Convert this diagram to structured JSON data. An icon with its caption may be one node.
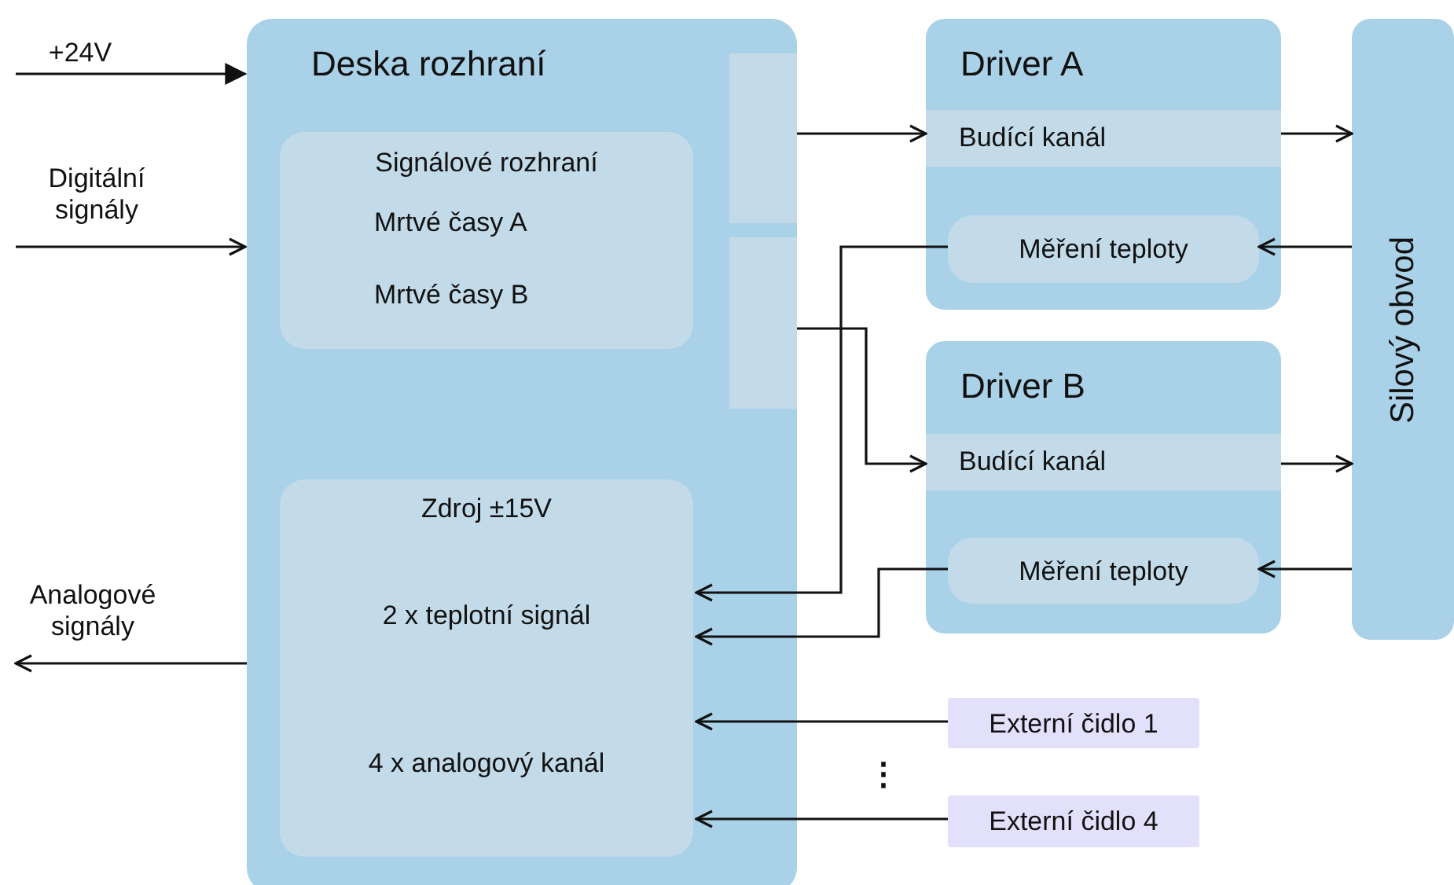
{
  "diagram": {
    "nodes": [
      {
        "text": [
          "Deska rozhraní"
        ]
      },
      {
        "text": [
          "Signálové rozhraní",
          "Mrtvé časy A",
          "Mrtvé časy B"
        ],
        "in": 0
      },
      {
        "text": [
          "Zdroj ±15V",
          "2 x teplotní signál",
          "4 x analogový kanál"
        ],
        "in": 0
      },
      {
        "text": [],
        "shape": "box",
        "in": 0
      },
      {
        "text": [],
        "shape": "box",
        "in": 0
      },
      {
        "text": [
          "Driver A"
        ]
      },
      {
        "text": [
          "Budící kanál"
        ],
        "in": 5
      },
      {
        "text": [
          "Měření teploty"
        ],
        "in": 5
      },
      {
        "text": [
          "Driver B"
        ]
      },
      {
        "text": [
          "Budící kanál"
        ],
        "in": 8
      },
      {
        "text": [
          "Měření teploty"
        ],
        "in": 8
      },
      {
        "text": [
          "Silový obvod"
        ]
      },
      {
        "text": [
          "Externí čidlo 1"
        ]
      },
      {
        "text": [
          "Externí čidlo 4"
        ]
      }
    ],
    "edges": [
      {
        "from": null,
        "to": 0,
        "arrow": "to",
        "label": "+24V"
      },
      {
        "from": null,
        "to": 0,
        "arrow": "to",
        "label": "Digitální signály"
      },
      {
        "from": 0,
        "to": null,
        "arrow": "to",
        "label": "Analogové signály"
      },
      {
        "from": 3,
        "to": 6,
        "arrow": "to"
      },
      {
        "from": 4,
        "to": 9,
        "arrow": "to"
      },
      {
        "from": 7,
        "to": 2,
        "arrow": "to"
      },
      {
        "from": 10,
        "to": 2,
        "arrow": "to"
      },
      {
        "from": 6,
        "to": 11,
        "arrow": "to"
      },
      {
        "from": 9,
        "to": 11,
        "arrow": "to"
      },
      {
        "from": 11,
        "to": 7,
        "arrow": "to"
      },
      {
        "from": 11,
        "to": 10,
        "arrow": "to"
      },
      {
        "from": 12,
        "to": 2,
        "arrow": "to"
      },
      {
        "from": 13,
        "to": 2,
        "arrow": "to"
      }
    ],
    "labels": [
      "⋮"
    ]
  }
}
